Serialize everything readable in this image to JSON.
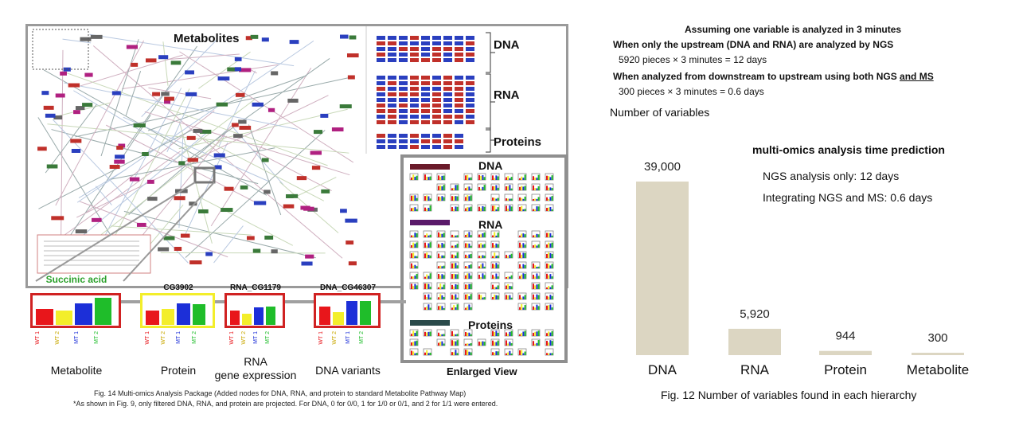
{
  "left_figure": {
    "map_title": "Metabolites",
    "omics_labels": [
      "DNA",
      "RNA",
      "Proteins"
    ],
    "enlarged": {
      "section_labels": [
        "DNA",
        "RNA",
        "Proteins"
      ],
      "label": "Enlarged View"
    },
    "mini_charts": [
      {
        "title": "Succinic acid",
        "title_color": "#2aa02a",
        "caption": "Metabolite",
        "values": [
          0.55,
          0.5,
          0.75,
          0.95
        ]
      },
      {
        "title": "CG3902",
        "title_color": "#111111",
        "caption": "Protein",
        "values": [
          0.5,
          0.55,
          0.75,
          0.72
        ]
      },
      {
        "title": "RNA_CG1179",
        "title_color": "#111111",
        "caption": "RNA\ngene expression",
        "values": [
          0.5,
          0.38,
          0.62,
          0.65
        ]
      },
      {
        "title": "DNA_CG46307",
        "title_color": "#111111",
        "caption": "DNA variants",
        "values": [
          0.65,
          0.45,
          0.82,
          0.82
        ]
      }
    ],
    "mini_tick_labels": [
      "WT 1",
      "WT 2",
      "MT 1",
      "MT 2"
    ],
    "bar_colors": [
      "#e8161b",
      "#f3ee2a",
      "#1c2fd8",
      "#1fbd2a"
    ],
    "caption_line1": "Fig. 14  Multi-omics Analysis Package (Added nodes for DNA, RNA, and protein to standard Metabolite Pathway Map)",
    "caption_line2": "*As shown in Fig. 9, only filtered DNA, RNA, and protein are projected. For DNA, 0 for 0/0, 1 for 1/0 or 0/1, and 2 for 1/1 were entered."
  },
  "right_text": {
    "line1": "Assuming one variable is analyzed in 3 minutes",
    "line2": "When only the upstream (DNA and RNA) are analyzed by NGS",
    "line3": "5920 pieces × 3 minutes = 12 days",
    "line4_a": "When analyzed from downstream to upstream using both NGS ",
    "line4_b": "and MS",
    "line5": "300 pieces × 3 minutes = 0.6 days",
    "line6": "Number of variables"
  },
  "chart_data": {
    "type": "bar",
    "categories": [
      "DNA",
      "RNA",
      "Protein",
      "Metabolite"
    ],
    "values": [
      39000,
      5920,
      944,
      300
    ],
    "value_labels": [
      "39,000",
      "5,920",
      "944",
      "300"
    ],
    "ylabel": "Number of variables",
    "annotation_title": "multi-omics analysis time prediction",
    "annotation_lines": [
      "NGS analysis only: 12 days",
      "Integrating NGS and MS: 0.6 days"
    ],
    "caption": "Fig. 12  Number of variables found in each hierarchy",
    "bar_color": "#dcd6c2",
    "ylim": [
      0,
      39000
    ],
    "grid": false
  }
}
